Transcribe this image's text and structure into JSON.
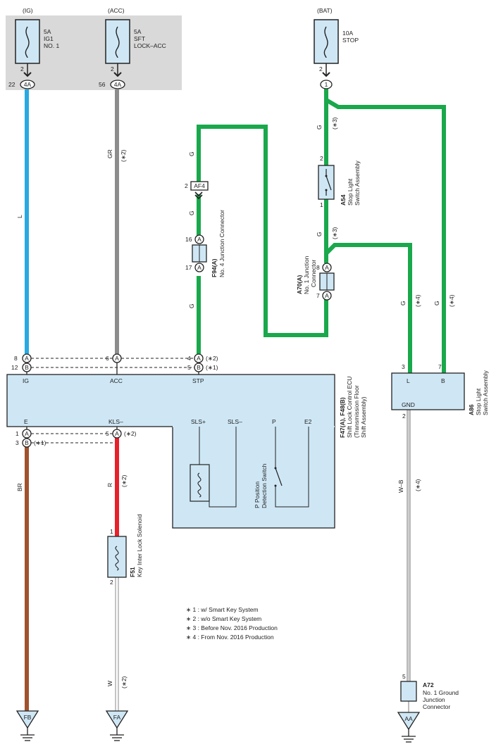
{
  "sources": {
    "ig": {
      "tag": "(IG)",
      "fuse_rating": "5A",
      "fuse_name1": "IG1",
      "fuse_name2": "NO. 1",
      "pin_top": "2",
      "conn_pin": "22",
      "conn": "4A"
    },
    "acc": {
      "tag": "(ACC)",
      "fuse_rating": "5A",
      "fuse_name1": "SFT",
      "fuse_name2": "LOCK–ACC",
      "pin_top": "2",
      "conn_pin": "56",
      "conn": "4A"
    },
    "bat": {
      "tag": "(BAT)",
      "fuse_rating": "10A",
      "fuse_name1": "STOP",
      "pin_top": "2",
      "conn": "1"
    }
  },
  "wires": {
    "ig_color": "L",
    "acc_color": "GR",
    "acc_note": "(∗2)",
    "bat_color": "G",
    "bat_note": "(∗3)",
    "stp_color_top": "G",
    "stp_color_mid": "G",
    "stp_color_low": "G",
    "a54_out_color": "G",
    "a54_out_note": "(∗3)",
    "a86_l_color": "G",
    "a86_l_note": "(∗4)",
    "a86_b_color": "G",
    "a86_b_note": "(∗4)",
    "br_color": "BR",
    "r_color": "R",
    "r_note": "(∗2)",
    "w_color": "W",
    "w_note": "(∗2)",
    "wb_color": "W–B",
    "wb_note": "(∗4)"
  },
  "connectors": {
    "af4": {
      "pin": "2",
      "name": "AF4"
    },
    "f94": {
      "pin_a": "16",
      "pin_b": "17",
      "letter": "A",
      "code": "F94(A)",
      "name": "No. 4 Junction Connector"
    },
    "a70": {
      "pin_a": "8",
      "pin_b": "7",
      "letter": "A",
      "code": "A70(A)",
      "name1": "No. 1 Junction",
      "name2": "Connector"
    },
    "a54": {
      "pin_a": "2",
      "pin_b": "1",
      "code": "A54",
      "name1": "Stop Light",
      "name2": "Switch Assembly"
    },
    "a72": {
      "pin": "5",
      "code": "A72",
      "name1": "No. 1 Ground",
      "name2": "Junction",
      "name3": "Connector"
    },
    "f51": {
      "pin_a": "1",
      "pin_b": "2",
      "code": "F51",
      "name": "Key Inter Lock Solenoid"
    }
  },
  "ecu": {
    "code": "F47(A), F48(B)",
    "name1": "Shift Lock Control ECU",
    "name2": "(Transmission Floor",
    "name3": "Shift Assembly)",
    "terminals": [
      "IG",
      "ACC",
      "STP",
      "E",
      "KLS–",
      "SLS+",
      "SLS–",
      "P",
      "E2"
    ],
    "switch_label1": "P Position",
    "switch_label2": "Detection Switch",
    "pins": {
      "ig_a": "8",
      "ig_b": "12",
      "acc_a": "6",
      "stp_a": "4",
      "stp_a_note": "(∗2)",
      "stp_b": "5",
      "stp_b_note": "(∗1)",
      "e_a": "1",
      "e_b": "3",
      "e_b_note": "(∗1)",
      "kls_a": "5",
      "kls_a_note": "(∗2)",
      "letter_a": "A",
      "letter_b": "B"
    }
  },
  "stop_assy": {
    "code": "A86",
    "name1": "Stop Light",
    "name2": "Switch Assembly",
    "terminals": [
      "L",
      "B",
      "GND"
    ],
    "pin_l": "3",
    "pin_b": "7",
    "pin_gnd": "2"
  },
  "grounds": [
    "FB",
    "FA",
    "AA"
  ],
  "notes": [
    "∗ 1 : w/ Smart Key System",
    "∗ 2 : w/o Smart Key System",
    "∗ 3 : Before Nov.  2016 Production",
    "∗ 4 : From Nov.  2016 Production"
  ],
  "colors": {
    "blue": "#29a9e1",
    "gray": "#8c8c8c",
    "green": "#19a84b",
    "brown": "#a0522d",
    "red": "#e8202a",
    "component_fill": "#cfe7f5",
    "fuse_box": "#d9d9d9"
  }
}
